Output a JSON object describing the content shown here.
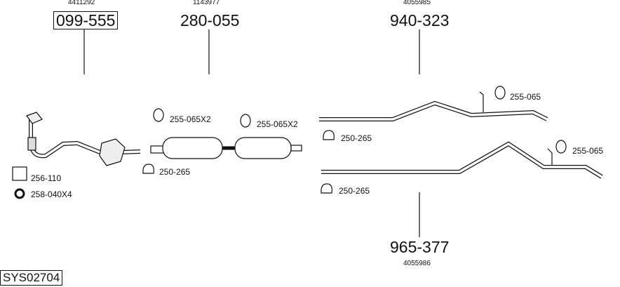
{
  "groups": [
    {
      "ref": "4411292",
      "part": "099-555",
      "boxed": true
    },
    {
      "ref": "1143977",
      "part": "280-055",
      "boxed": false
    },
    {
      "ref": "4055985",
      "part": "940-323",
      "boxed": false
    },
    {
      "ref": "4055986",
      "part": "965-377",
      "boxed": false
    }
  ],
  "accessories": {
    "gasket": "256-110",
    "nut": "258-040X4",
    "hanger_1": "255-065X2",
    "hanger_2": "255-065X2",
    "clamp_1": "250-265",
    "hanger_3": "255-065",
    "clamp_2": "250-265",
    "hanger_4": "255-065",
    "clamp_3": "250-265"
  },
  "system_code": "SYS02704"
}
